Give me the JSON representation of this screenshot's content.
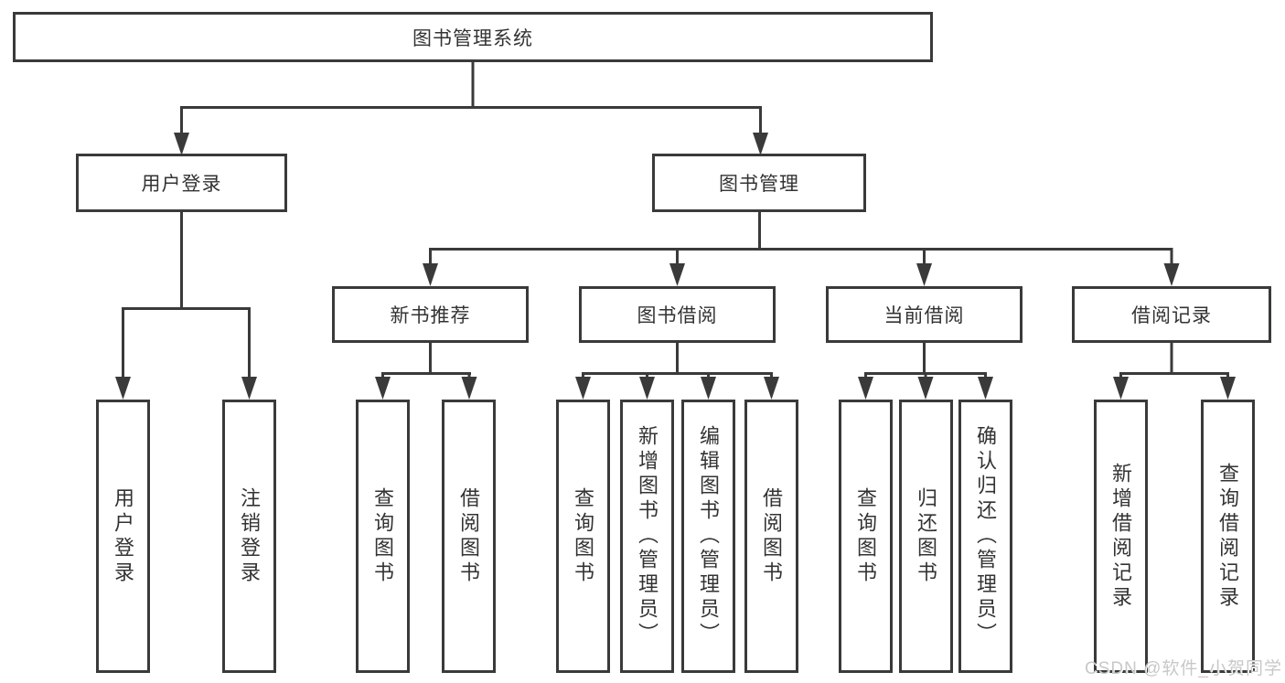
{
  "root": {
    "label": "图书管理系统"
  },
  "branches": {
    "user": {
      "label": "用户登录",
      "leaves": [
        "用户登录",
        "注销登录"
      ]
    },
    "mgmt": {
      "label": "图书管理"
    }
  },
  "groups": [
    {
      "label": "新书推荐",
      "leaves": [
        "查询图书",
        "借阅图书"
      ]
    },
    {
      "label": "图书借阅",
      "leaves": [
        "查询图书",
        "新增图书（管理员）",
        "编辑图书（管理员）",
        "借阅图书"
      ]
    },
    {
      "label": "当前借阅",
      "leaves": [
        "查询图书",
        "归还图书",
        "确认归还（管理员）"
      ]
    },
    {
      "label": "借阅记录",
      "leaves": [
        "新增借阅记录",
        "查询借阅记录"
      ]
    }
  ],
  "watermark": {
    "text": "CSDN @软件_小贺同学"
  },
  "colors": {
    "line": "#3a3a3a",
    "text": "#333333",
    "background": "#ffffff",
    "watermark": "#c8c8c8"
  }
}
